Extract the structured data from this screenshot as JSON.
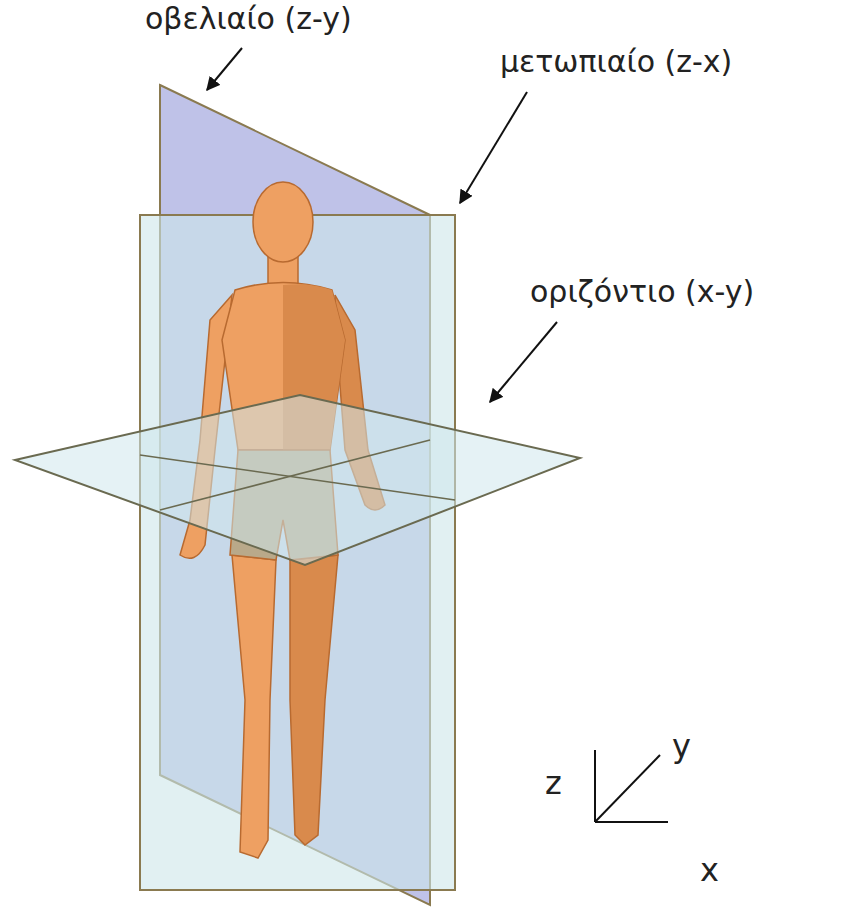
{
  "diagram": {
    "labels": [
      "οβελιαίο (z-y)",
      "μετωπιαίο (z-x)",
      "οριζόντιο (x-y)",
      "z",
      "y",
      "x"
    ]
  }
}
